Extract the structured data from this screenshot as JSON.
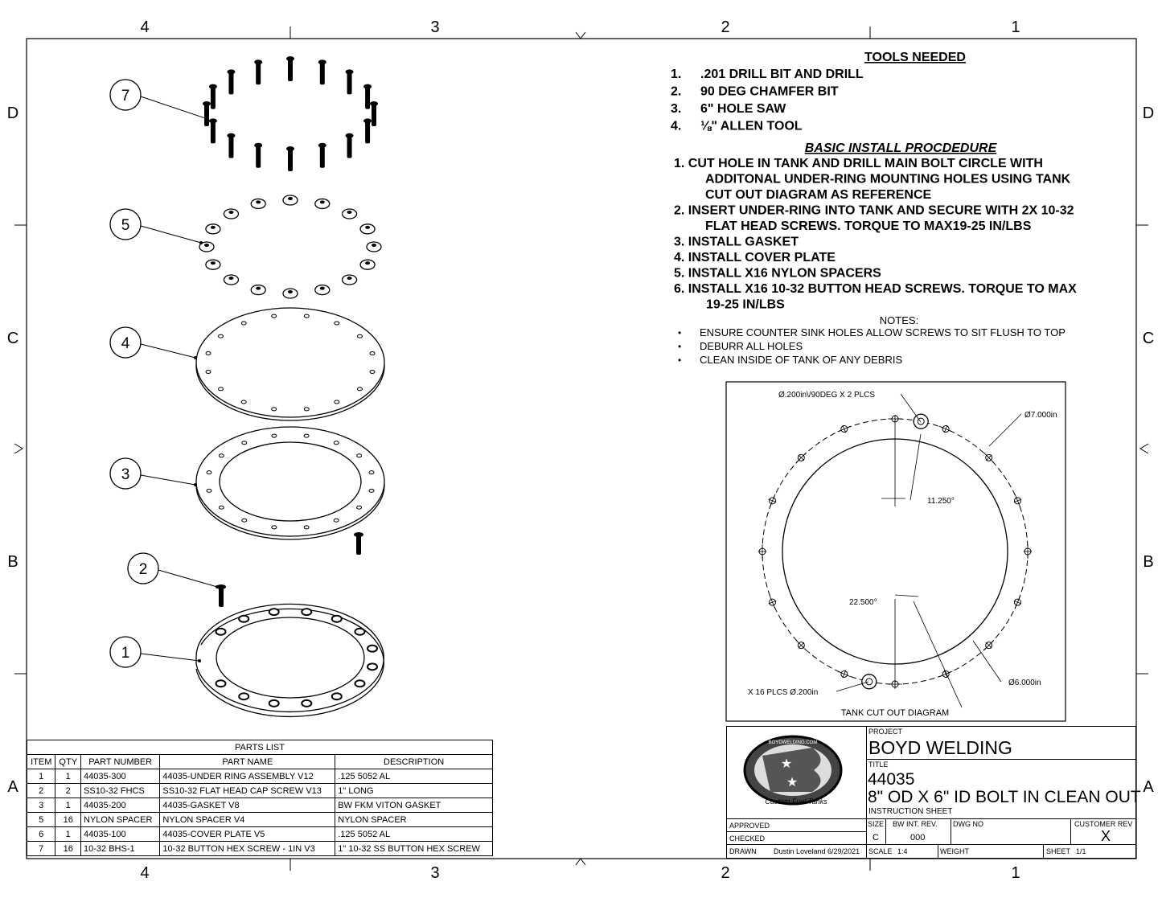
{
  "border": {
    "columns": [
      "4",
      "3",
      "2",
      "1"
    ],
    "rows": [
      "D",
      "C",
      "B",
      "A"
    ]
  },
  "balloons": [
    "7",
    "5",
    "4",
    "3",
    "2",
    "1"
  ],
  "tools": {
    "heading": "TOOLS NEEDED",
    "items": [
      {
        "n": "1.",
        "text": ".201 DRILL BIT AND DRILL"
      },
      {
        "n": "2.",
        "text": "90 DEG CHAMFER BIT"
      },
      {
        "n": "3.",
        "text": "6\" HOLE SAW"
      },
      {
        "n": "4.",
        "text": "⅛\" ALLEN TOOL"
      }
    ]
  },
  "procedure": {
    "heading": "BASIC INSTALL PROCDEDURE",
    "lines": [
      "1.  CUT HOLE IN TANK AND DRILL MAIN BOLT CIRCLE WITH",
      "ADDITONAL UNDER-RING MOUNTING HOLES USING TANK",
      "CUT OUT DIAGRAM AS REFERENCE",
      "2.  INSERT UNDER-RING INTO TANK  AND SECURE WITH 2X 10-32",
      "FLAT HEAD SCREWS.  TORQUE TO MAX19-25 IN/LBS",
      "3.  INSTALL GASKET",
      "4.  INSTALL COVER PLATE",
      "5.  INSTALL X16 NYLON SPACERS",
      "6.  INSTALL X16 10-32 BUTTON HEAD SCREWS. TORQUE TO MAX",
      "19-25 IN/LBS"
    ]
  },
  "notes": {
    "heading": "NOTES:",
    "items": [
      "ENSURE COUNTER SINK HOLES ALLOW SCREWS TO SIT FLUSH TO TOP",
      "DEBURR ALL HOLES",
      "CLEAN INSIDE OF TANK OF ANY DEBRIS"
    ]
  },
  "cutout": {
    "caption": "TANK CUT OUT DIAGRAM",
    "labels": {
      "chamfer": "Ø.200in\\/90DEG  X 2 PLCS",
      "bolt_circle": "Ø7.000in",
      "angle1": "11.250°",
      "angle2": "22.500°",
      "holes": "X 16 PLCS Ø.200in",
      "inner": "Ø6.000in"
    },
    "hole_count": 16
  },
  "parts_list": {
    "title": "PARTS LIST",
    "headers": [
      "ITEM",
      "QTY",
      "PART NUMBER",
      "PART NAME",
      "DESCRIPTION"
    ],
    "rows": [
      [
        "1",
        "1",
        "44035-300",
        "44035-UNDER RING ASSEMBLY V12",
        ".125 5052 AL"
      ],
      [
        "2",
        "2",
        "SS10-32 FHCS",
        "SS10-32 FLAT HEAD CAP SCREW V13",
        "1\" LONG"
      ],
      [
        "3",
        "1",
        "44035-200",
        "44035-GASKET V8",
        "BW FKM VITON GASKET"
      ],
      [
        "5",
        "16",
        "NYLON SPACER",
        "NYLON SPACER V4",
        "NYLON SPACER"
      ],
      [
        "6",
        "1",
        "44035-100",
        "44035-COVER PLATE V5",
        ".125 5052 AL"
      ],
      [
        "7",
        "16",
        "10-32 BHS-1",
        "10-32 BUTTON HEX SCREW  - 1IN V3",
        "1\" 10-32 SS BUTTON HEX SCREW"
      ]
    ]
  },
  "title_block": {
    "logo_text": "BOYDWELDING.COM",
    "logo_script": "Custom Fuel Tanks",
    "project_label": "PROJECT",
    "project": "BOYD WELDING",
    "title_label": "TITLE",
    "part_no": "44035",
    "title": "8\" OD X 6\" ID BOLT IN CLEAN OUT",
    "subtitle": "INSTRUCTION SHEET",
    "approved": "APPROVED",
    "checked": "CHECKED",
    "drawn": "DRAWN",
    "drawn_by": "Dustin Loveland 6/29/2021",
    "size_label": "SIZE",
    "size": "C",
    "rev_label": "BW  INT. REV.",
    "rev": "000",
    "dwg_label": "DWG NO",
    "cust_rev_label": "CUSTOMER REV",
    "cust_rev": "X",
    "scale_label": "SCALE",
    "scale": "1:4",
    "weight_label": "WEIGHT",
    "sheet_label": "SHEET",
    "sheet": "1/1"
  }
}
